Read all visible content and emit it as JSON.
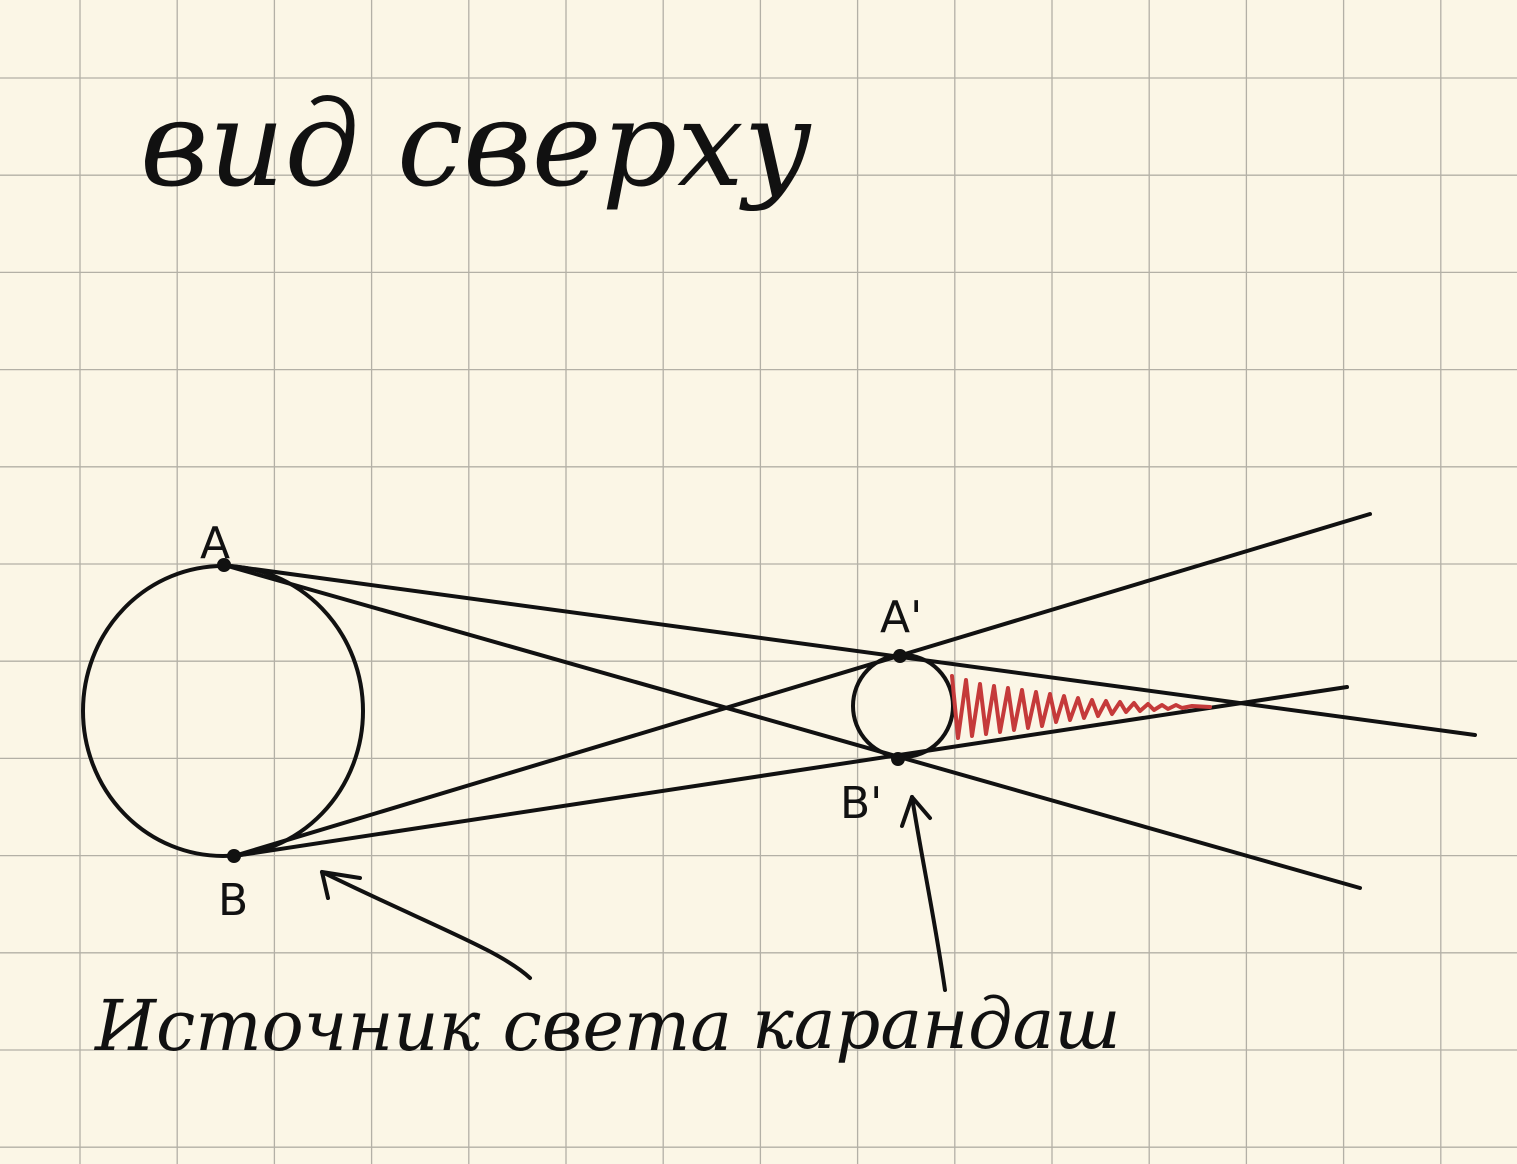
{
  "title": "вид сверху",
  "labels": {
    "light_source": "Источник света",
    "pencil": "карандаш"
  },
  "points": {
    "a": "A",
    "b": "B",
    "a_prime": "A'",
    "b_prime": "B'"
  },
  "colors": {
    "paper": "#fbf6e6",
    "grid": "#b3b0a6",
    "ink": "#111111",
    "shadow_hatch": "#c53a3a"
  }
}
